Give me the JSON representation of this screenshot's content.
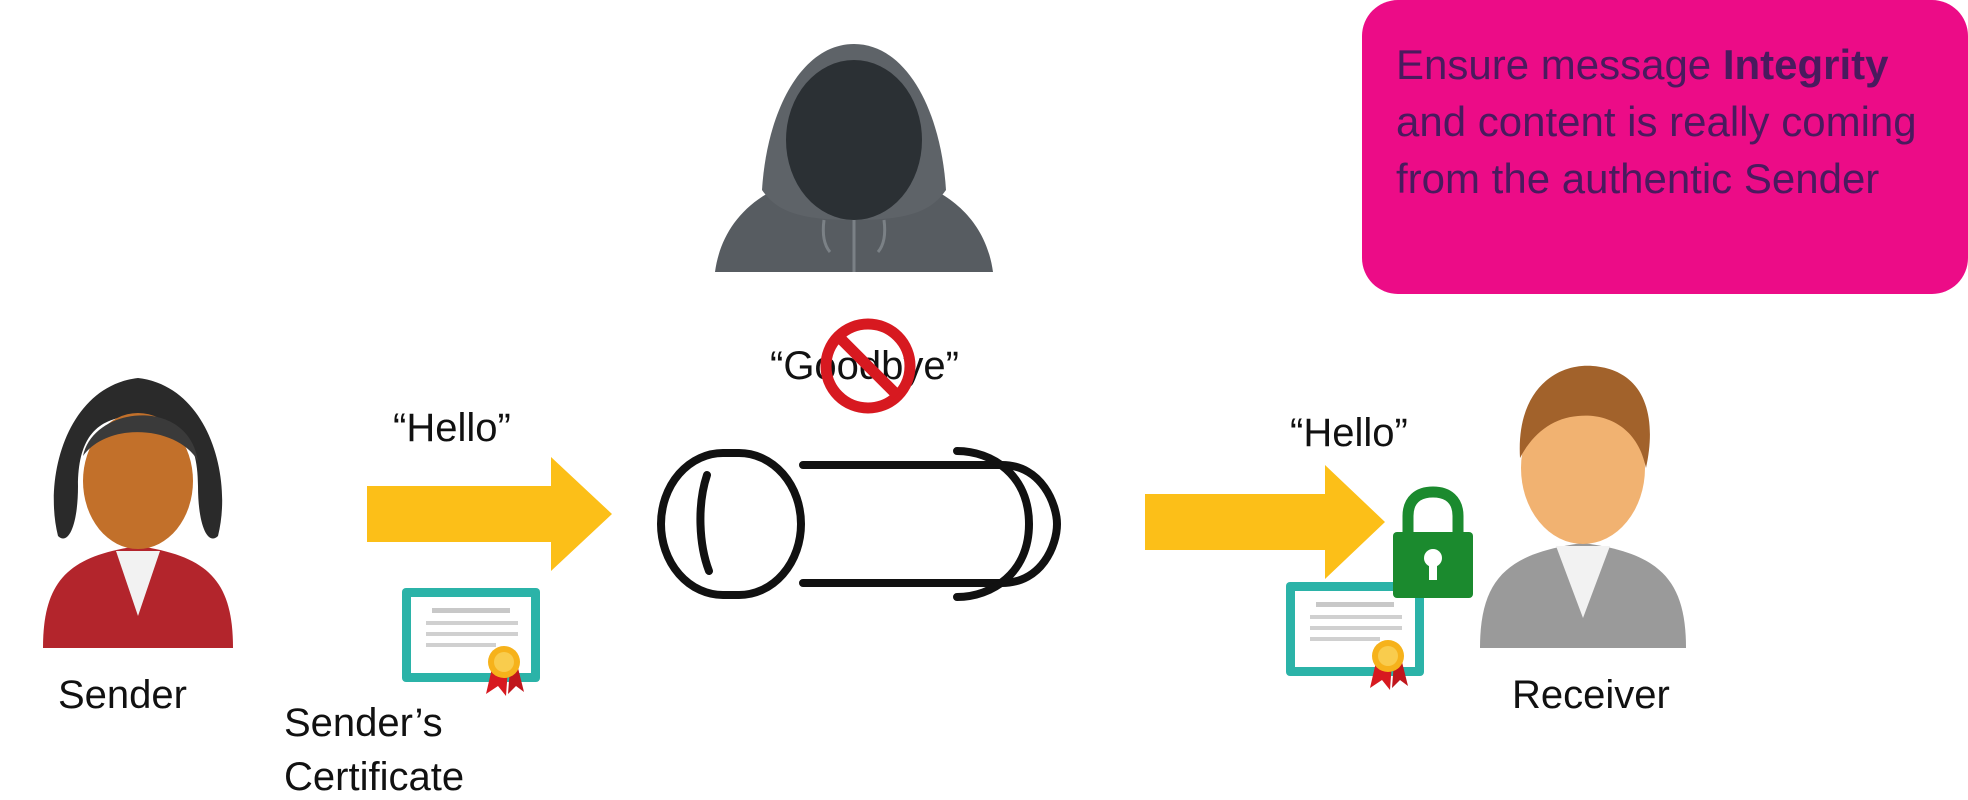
{
  "callout": {
    "text_before": "Ensure message ",
    "text_bold": "Integrity",
    "text_after": " and content is really coming from the authentic Sender",
    "background_color": "#ec0c87",
    "text_color": "#4a1a5e"
  },
  "sender": {
    "label": "Sender",
    "icon": "woman-user-icon"
  },
  "receiver": {
    "label": "Receiver",
    "icon": "man-user-icon"
  },
  "attacker": {
    "icon": "hooded-hacker-icon"
  },
  "messages": {
    "sent": "“Hello”",
    "received": "“Hello”",
    "tampered": "“Goodbye”"
  },
  "certificate": {
    "label_line1": "Sender’s",
    "label_line2": "Certificate",
    "icon": "certificate-icon"
  },
  "icons": {
    "prohibited": "no-symbol-icon",
    "lock": "padlock-icon",
    "pipe": "tube-channel-icon",
    "arrow": "right-arrow-icon"
  },
  "colors": {
    "arrow": "#fcbf18",
    "prohibited": "#d71920",
    "lock": "#1b8a2e",
    "certificate": "#2bb3a8"
  }
}
